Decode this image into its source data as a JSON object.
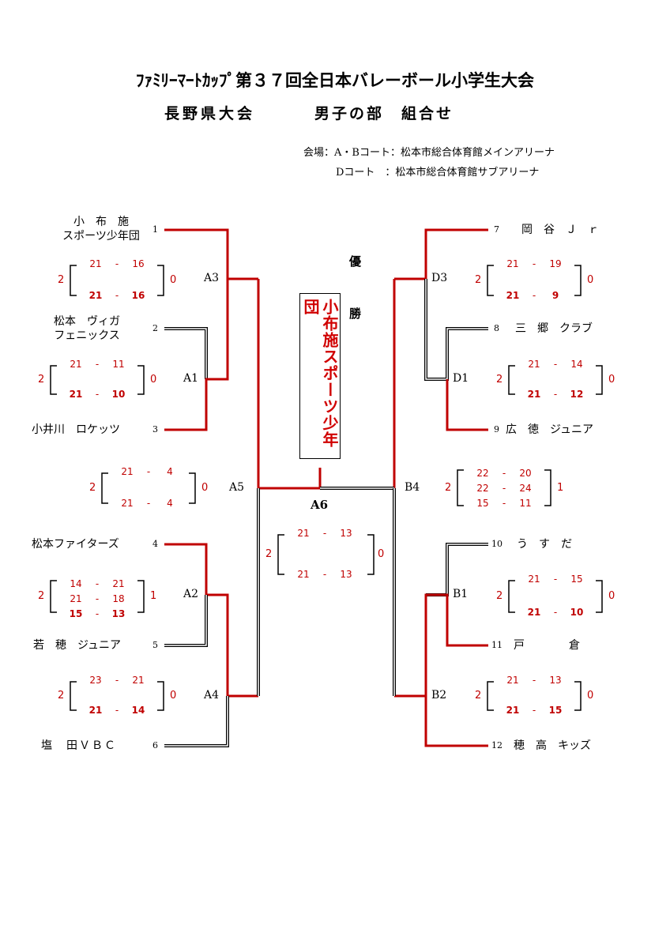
{
  "header": {
    "title": "ﾌｧﾐﾘｰﾏｰﾄｶｯﾌﾟ第３７回全日本バレーボール小学生大会",
    "subtitle_left": "長野県大会",
    "subtitle_right": "男子の部　組合せ",
    "venue1": "会場：A・Bコート：松本市総合体育館メインアリーナ",
    "venue2": "Dコート　：松本市総合体育館サブアリーナ"
  },
  "champion": {
    "label1": "優",
    "label2": "勝",
    "team": "小布施スポーツ少年団"
  },
  "teams": [
    {
      "seed": "1",
      "line1": "小　布　施",
      "line2": "スポーツ少年団"
    },
    {
      "seed": "2",
      "line1": "松本　ヴィガ",
      "line2": "フェニックス"
    },
    {
      "seed": "3",
      "line1": "小井川　ロケッツ",
      "line2": ""
    },
    {
      "seed": "4",
      "line1": "松本ファイターズ",
      "line2": ""
    },
    {
      "seed": "5",
      "line1": "若　穂　ジュニア",
      "line2": ""
    },
    {
      "seed": "6",
      "line1": "塩　田ＶＢＣ",
      "line2": ""
    },
    {
      "seed": "7",
      "line1": "岡　谷　Ｊ　ｒ",
      "line2": ""
    },
    {
      "seed": "8",
      "line1": "三　郷　クラブ",
      "line2": ""
    },
    {
      "seed": "9",
      "line1": "広　徳　ジュニア",
      "line2": ""
    },
    {
      "seed": "10",
      "line1": "う　す　だ",
      "line2": ""
    },
    {
      "seed": "11",
      "line1": "戸　　　　倉",
      "line2": ""
    },
    {
      "seed": "12",
      "line1": "穂　高　キッズ",
      "line2": ""
    }
  ],
  "matches": [
    {
      "code": "A3",
      "left": "2",
      "right": "0",
      "sets": [
        [
          "21",
          "16",
          ""
        ],
        [
          "21",
          "16",
          "b"
        ]
      ]
    },
    {
      "code": "A1",
      "left": "2",
      "right": "0",
      "sets": [
        [
          "21",
          "11",
          ""
        ],
        [
          "21",
          "10",
          "b"
        ]
      ]
    },
    {
      "code": "A5",
      "left": "2",
      "right": "0",
      "sets": [
        [
          "21",
          "4",
          ""
        ],
        [
          "21",
          "4",
          ""
        ]
      ]
    },
    {
      "code": "A6",
      "left": "2",
      "right": "0",
      "sets": [
        [
          "21",
          "13",
          ""
        ],
        [
          "21",
          "13",
          ""
        ]
      ]
    },
    {
      "code": "A2",
      "left": "2",
      "right": "1",
      "sets": [
        [
          "14",
          "21",
          ""
        ],
        [
          "21",
          "18",
          ""
        ],
        [
          "15",
          "13",
          "b"
        ]
      ]
    },
    {
      "code": "A4",
      "left": "2",
      "right": "0",
      "sets": [
        [
          "23",
          "21",
          ""
        ],
        [
          "21",
          "14",
          "b"
        ]
      ]
    },
    {
      "code": "D3",
      "left": "2",
      "right": "0",
      "sets": [
        [
          "21",
          "19",
          ""
        ],
        [
          "21",
          "9",
          "b"
        ]
      ]
    },
    {
      "code": "D1",
      "left": "2",
      "right": "0",
      "sets": [
        [
          "21",
          "14",
          ""
        ],
        [
          "21",
          "12",
          "b"
        ]
      ]
    },
    {
      "code": "B4",
      "left": "2",
      "right": "1",
      "sets": [
        [
          "22",
          "20",
          ""
        ],
        [
          "22",
          "24",
          ""
        ],
        [
          "15",
          "11",
          ""
        ]
      ]
    },
    {
      "code": "B1",
      "left": "2",
      "right": "0",
      "sets": [
        [
          "21",
          "15",
          ""
        ],
        [
          "21",
          "10",
          "b"
        ]
      ]
    },
    {
      "code": "B2",
      "left": "2",
      "right": "0",
      "sets": [
        [
          "21",
          "13",
          ""
        ],
        [
          "21",
          "15",
          "b"
        ]
      ]
    }
  ],
  "colors": {
    "winner_line": "#c00000",
    "loser_line": "#000000",
    "score": "#c00000"
  }
}
